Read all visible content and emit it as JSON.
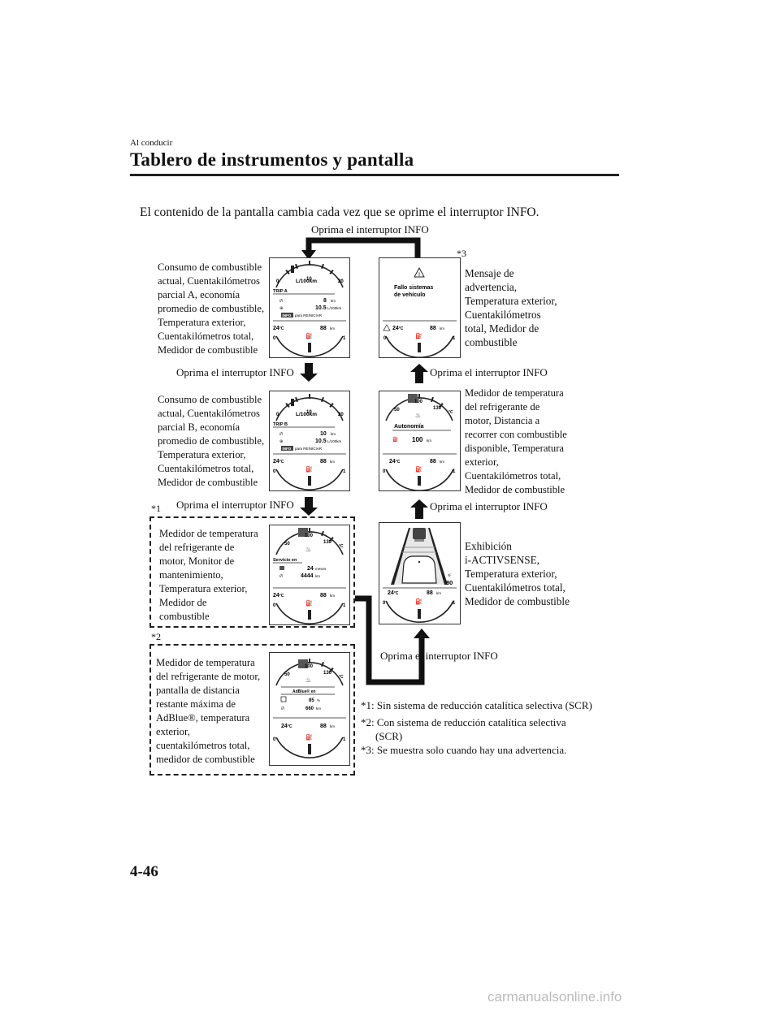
{
  "header": {
    "section": "Al conducir",
    "title": "Tablero de instrumentos y pantalla"
  },
  "intro": "El contenido de la pantalla cambia cada vez que se oprime el interruptor INFO.",
  "labels": {
    "press_top": "Oprima el interruptor INFO",
    "press_1": "Oprima el interruptor INFO",
    "press_2": "Oprima el interruptor INFO",
    "press_r1": "Oprima el interruptor INFO",
    "press_r2": "Oprima el interruptor INFO",
    "press_bottom": "Oprima el interruptor INFO",
    "star1": "*1",
    "star2": "*2",
    "star3": "*3"
  },
  "descriptions": {
    "trip_a": [
      "Consumo de combustible",
      "actual, Cuentakilómetros",
      "parcial A, economía",
      "promedio de combustible,",
      "Temperatura exterior,",
      "Cuentakilómetros total,",
      "Medidor de combustible"
    ],
    "trip_b": [
      "Consumo de combustible",
      "actual, Cuentakilómetros",
      "parcial B, economía",
      "promedio de combustible,",
      "Temperatura exterior,",
      "Cuentakilómetros total,",
      "Medidor de combustible"
    ],
    "service": [
      "Medidor de temperatura",
      "del refrigerante de",
      "motor, Monitor de",
      "mantenimiento,",
      "Temperatura exterior,",
      "Medidor de",
      "combustible"
    ],
    "adblue": [
      "Medidor de temperatura",
      "del refrigerante de motor,",
      "pantalla de distancia",
      "restante máxima de",
      "AdBlue®, temperatura",
      "exterior,",
      "cuentakilómetros total,",
      "medidor de combustible"
    ],
    "warning": [
      "Mensaje de",
      "advertencia,",
      "Temperatura exterior,",
      "Cuentakilómetros",
      "total, Medidor de",
      "combustible"
    ],
    "range": [
      "Medidor de temperatura",
      "del refrigerante de",
      "motor, Distancia a",
      "recorrer con combustible",
      "disponible, Temperatura",
      "exterior,",
      "Cuentakilómetros total,",
      "Medidor de combustible"
    ],
    "isense": [
      "Exhibición",
      "i-ACTIVSENSE,",
      "Temperatura exterior,",
      "Cuentakilómetros total,",
      "Medidor de combustible"
    ]
  },
  "screens": {
    "common": {
      "temp": "24",
      "temp_unit": "°C",
      "odo": "88",
      "odo_unit": "km",
      "fuel_min": "0",
      "fuel_max": "1"
    },
    "consumption": {
      "min": "0",
      "mid": "10",
      "max": "20",
      "unit": "L/100km"
    },
    "trip_a": {
      "trip": "TRIP A",
      "distance": "8",
      "distance_unit": "km",
      "economy": "10.5",
      "economy_unit": "L/100km",
      "info": "INFO",
      "reset": "para REINICIAR"
    },
    "trip_b": {
      "trip": "TRIP B",
      "distance": "10",
      "distance_unit": "km",
      "economy": "10.5",
      "economy_unit": "L/100km",
      "info": "INFO",
      "reset": "para REINICIAR"
    },
    "coolant": {
      "c50": "50",
      "c100": "100",
      "c130": "130",
      "unit": "°C"
    },
    "service": {
      "heading": "Servicio en",
      "months": "24",
      "months_unit": "meses",
      "km": "4444",
      "km_unit": "km"
    },
    "adblue": {
      "heading": "AdBlue® en",
      "percent": "85",
      "percent_unit": "%",
      "km": "660",
      "km_unit": "km"
    },
    "warning": {
      "line1": "Fallo sistemas",
      "line2": "de vehículo"
    },
    "range": {
      "heading": "Autonomía",
      "value": "100",
      "unit": "km"
    },
    "isense": {
      "speed": "80"
    }
  },
  "notes": [
    "*1: Sin sistema de reducción catalítica selectiva (SCR)",
    "*2: Con sistema de reducción catalítica selectiva",
    "      (SCR)",
    "*3: Se muestra solo cuando hay una advertencia."
  ],
  "page_number": "4-46",
  "watermark": "carmanualsonline.info"
}
